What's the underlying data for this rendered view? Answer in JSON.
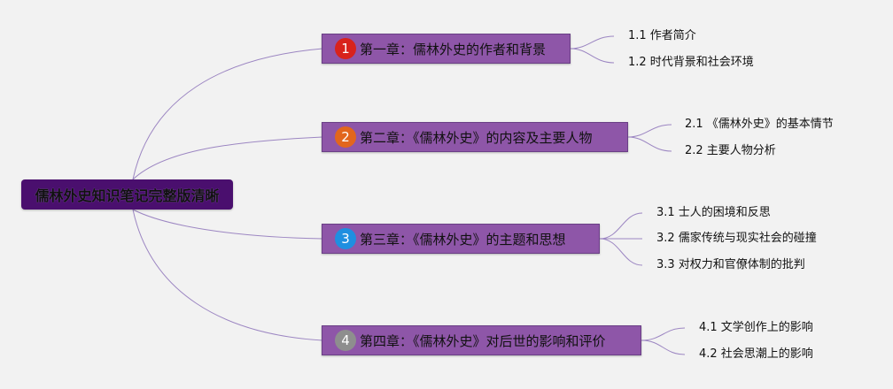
{
  "root": {
    "label": "儒林外史知识笔记完整版清晰"
  },
  "chapters": [
    {
      "number": "1",
      "badge_color": "#d8231c",
      "label": "第一章：儒林外史的作者和背景",
      "subs": [
        "1.1 作者简介",
        "1.2 时代背景和社会环境"
      ]
    },
    {
      "number": "2",
      "badge_color": "#e2661d",
      "label": "第二章：《儒林外史》的内容及主要人物",
      "subs": [
        "2.1 《儒林外史》的基本情节",
        "2.2 主要人物分析"
      ]
    },
    {
      "number": "3",
      "badge_color": "#1e8fe0",
      "label": "第三章：《儒林外史》的主题和思想",
      "subs": [
        "3.1 士人的困境和反思",
        "3.2 儒家传统与现实社会的碰撞",
        "3.3 对权力和官僚体制的批判"
      ]
    },
    {
      "number": "4",
      "badge_color": "#8e8e8e",
      "label": "第四章：《儒林外史》对后世的影响和评价",
      "subs": [
        "4.1 文学创作上的影响",
        "4.2 社会思潮上的影响"
      ]
    }
  ],
  "colors": {
    "background": "#f2f2f2",
    "root_fill": "#4a0f6e",
    "chapter_fill": "#8e56a8",
    "connector": "#9c86c2"
  }
}
